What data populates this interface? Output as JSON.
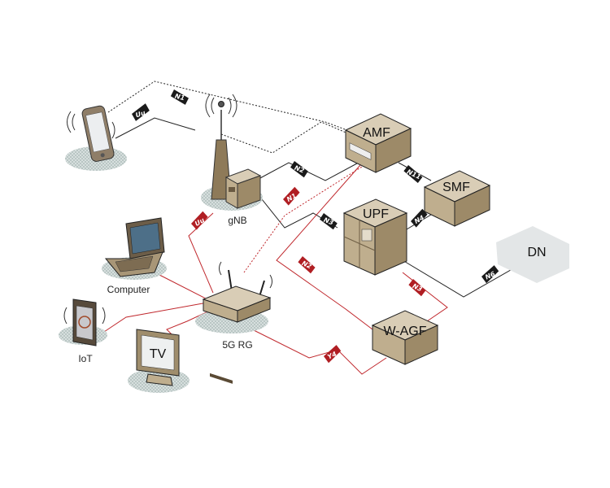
{
  "nodes": {
    "gnb": "gNB",
    "computer": "Computer",
    "iot": "IoT",
    "rg": "5G RG",
    "tv": "TV",
    "amf": "AMF",
    "smf": "SMF",
    "upf": "UPF",
    "wagf": "W-AGF",
    "dn": "DN"
  },
  "interfaces": {
    "uu_phone": "Uu",
    "n1_phone": "N1",
    "n2_gnb": "N2",
    "n11": "N11",
    "n3_gnb": "N3",
    "n4": "N4",
    "n6": "N6",
    "n1_rg": "N1",
    "uu_rg": "Uu",
    "n2_wagf": "N2",
    "n3_wagf": "N3",
    "y4": "Y4"
  },
  "colors": {
    "wire_black": "#222222",
    "wire_red": "#c0282d",
    "tag_black": "#1a1a1a",
    "tag_red": "#b01e23",
    "box_top": "#d9cdb6",
    "box_front": "#bfae8e",
    "box_side": "#9d8a68",
    "shadow": "#c9d3d1"
  },
  "icons": {
    "phone": "smartphone-icon",
    "laptop": "laptop-icon",
    "iot": "iot-device-icon",
    "tv": "tv-icon",
    "gnb": "antenna-tower-icon",
    "rg": "router-icon",
    "server": "server-box-icon",
    "cloud": "data-network-cloud-icon"
  }
}
